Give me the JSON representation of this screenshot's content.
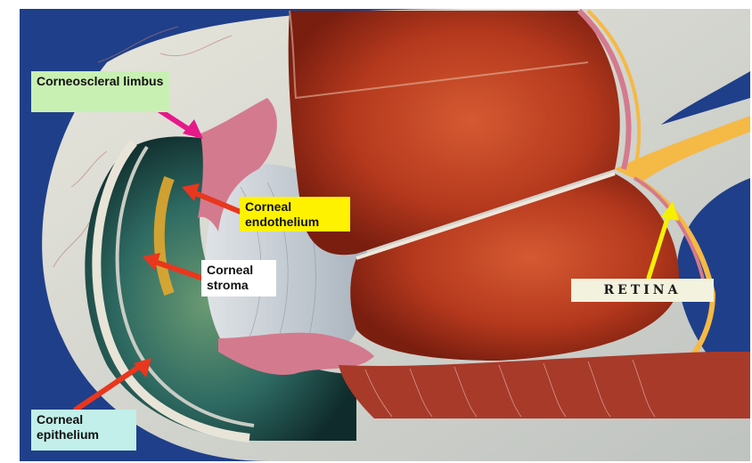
{
  "labels": {
    "limbus": "Corneoscleral limbus",
    "endothelium": "Corneal endothelium",
    "stroma": "Corneal stroma",
    "epithelium": "Corneal epithelium",
    "retina": "RETINA"
  },
  "colors": {
    "background": "#1f3f8a",
    "limbus_label_bg": "#c9f0b3",
    "endothelium_label_bg": "#fff200",
    "epithelium_label_bg": "#c2efe9",
    "retina_label_bg": "#f2f2de",
    "pointer_red": "#e8371e",
    "pointer_pink": "#e6198a",
    "pointer_yellow": "#f5f000",
    "lens_interior": "#b73a1e",
    "iris": "#2c6a63"
  }
}
